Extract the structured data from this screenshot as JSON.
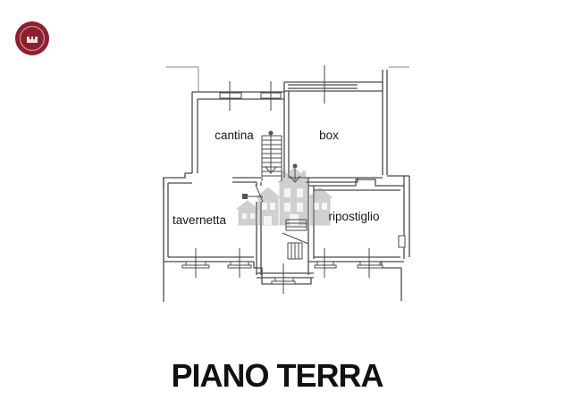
{
  "logo": {
    "name": "agency-seal",
    "color": "#8e1f2e"
  },
  "floorplan": {
    "rooms": [
      {
        "name": "cantina",
        "label": "cantina"
      },
      {
        "name": "box",
        "label": "box"
      },
      {
        "name": "tavernetta",
        "label": "tavernetta"
      },
      {
        "name": "ripostiglio",
        "label": "ripostiglio"
      }
    ],
    "watermark": "house-row-watermark",
    "stairs": "stairs-with-direction-arrows"
  },
  "title": "PIANO TERRA",
  "colors": {
    "wall": "#4a4a4a",
    "watermark_gray": "#909090",
    "text": "#111111"
  }
}
